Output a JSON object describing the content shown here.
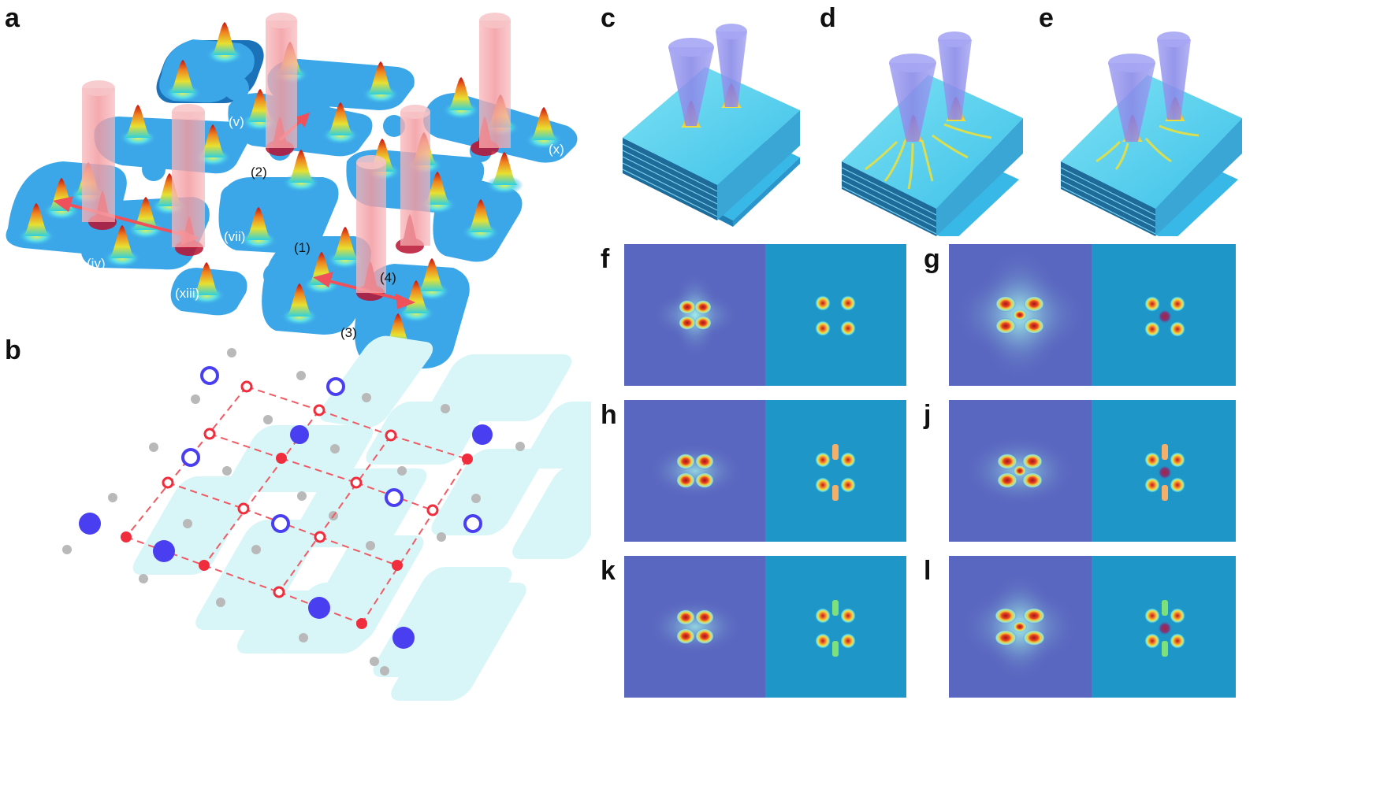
{
  "panels": {
    "a": "a",
    "b": "b",
    "c": "c",
    "d": "d",
    "e": "e",
    "f": "f",
    "g": "g",
    "h": "h",
    "j": "j",
    "k": "k",
    "l": "l"
  },
  "panel_a_labels": {
    "v": "(v)",
    "x": "(x)",
    "iv": "(iv)",
    "vii": "(vii)",
    "xiii": "(xiii)",
    "n1": "(1)",
    "n2": "(2)",
    "n3": "(3)",
    "n4": "(4)"
  },
  "colors": {
    "plate": "#3ba7e8",
    "plate_edge": "#1b72b8",
    "beam_red": "#f2a4a8",
    "beam_blue": "#8f8ff0",
    "lattice_bg": "#d8f6f8",
    "dot_grey": "#b9b9b9",
    "site_blue": "#4a3ff0",
    "link_red": "#f02d3c",
    "field_left": "#5a67c0",
    "field_right": "#1e96c8",
    "defect_orange": "#f4b06a",
    "defect_green": "#7de07a"
  }
}
